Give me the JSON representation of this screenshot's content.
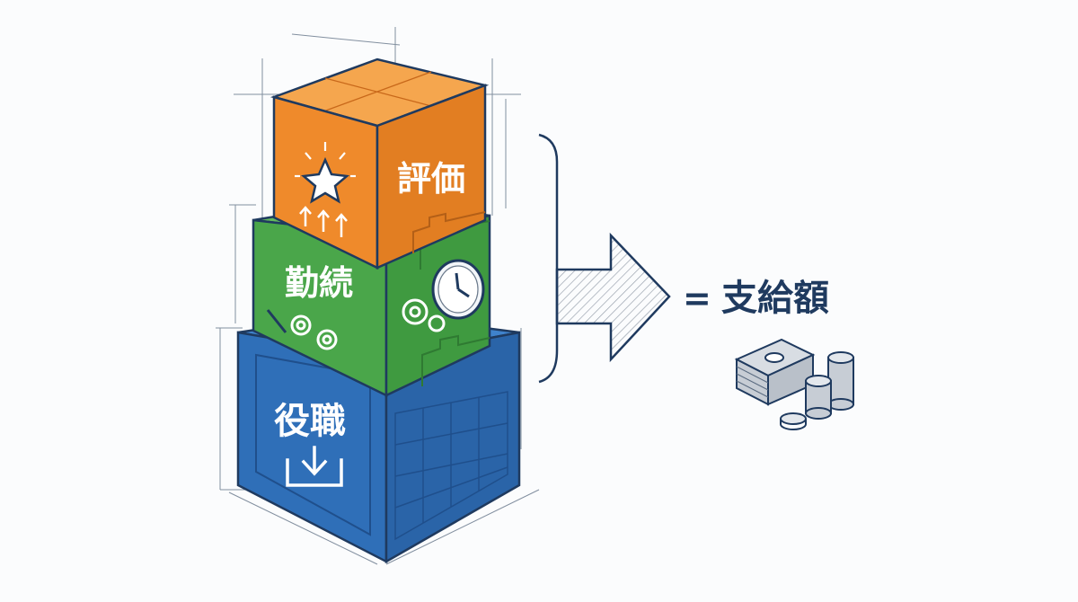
{
  "blocks": {
    "top": {
      "label": "評価",
      "color": "#ef8a2b",
      "icon": "star-icon"
    },
    "middle": {
      "label": "勤続",
      "color": "#4aa64a",
      "icon": "clock-icon"
    },
    "bottom": {
      "label": "役職",
      "color": "#2f6fb8",
      "icon": "download-icon"
    }
  },
  "result": {
    "label": "支給額",
    "prefix": "=",
    "icon": "money-stack-icon"
  },
  "colors": {
    "outline": "#1f3a5f",
    "orange_light": "#f5a64e",
    "green_light": "#62b95c",
    "blue_light": "#3f82cc"
  }
}
